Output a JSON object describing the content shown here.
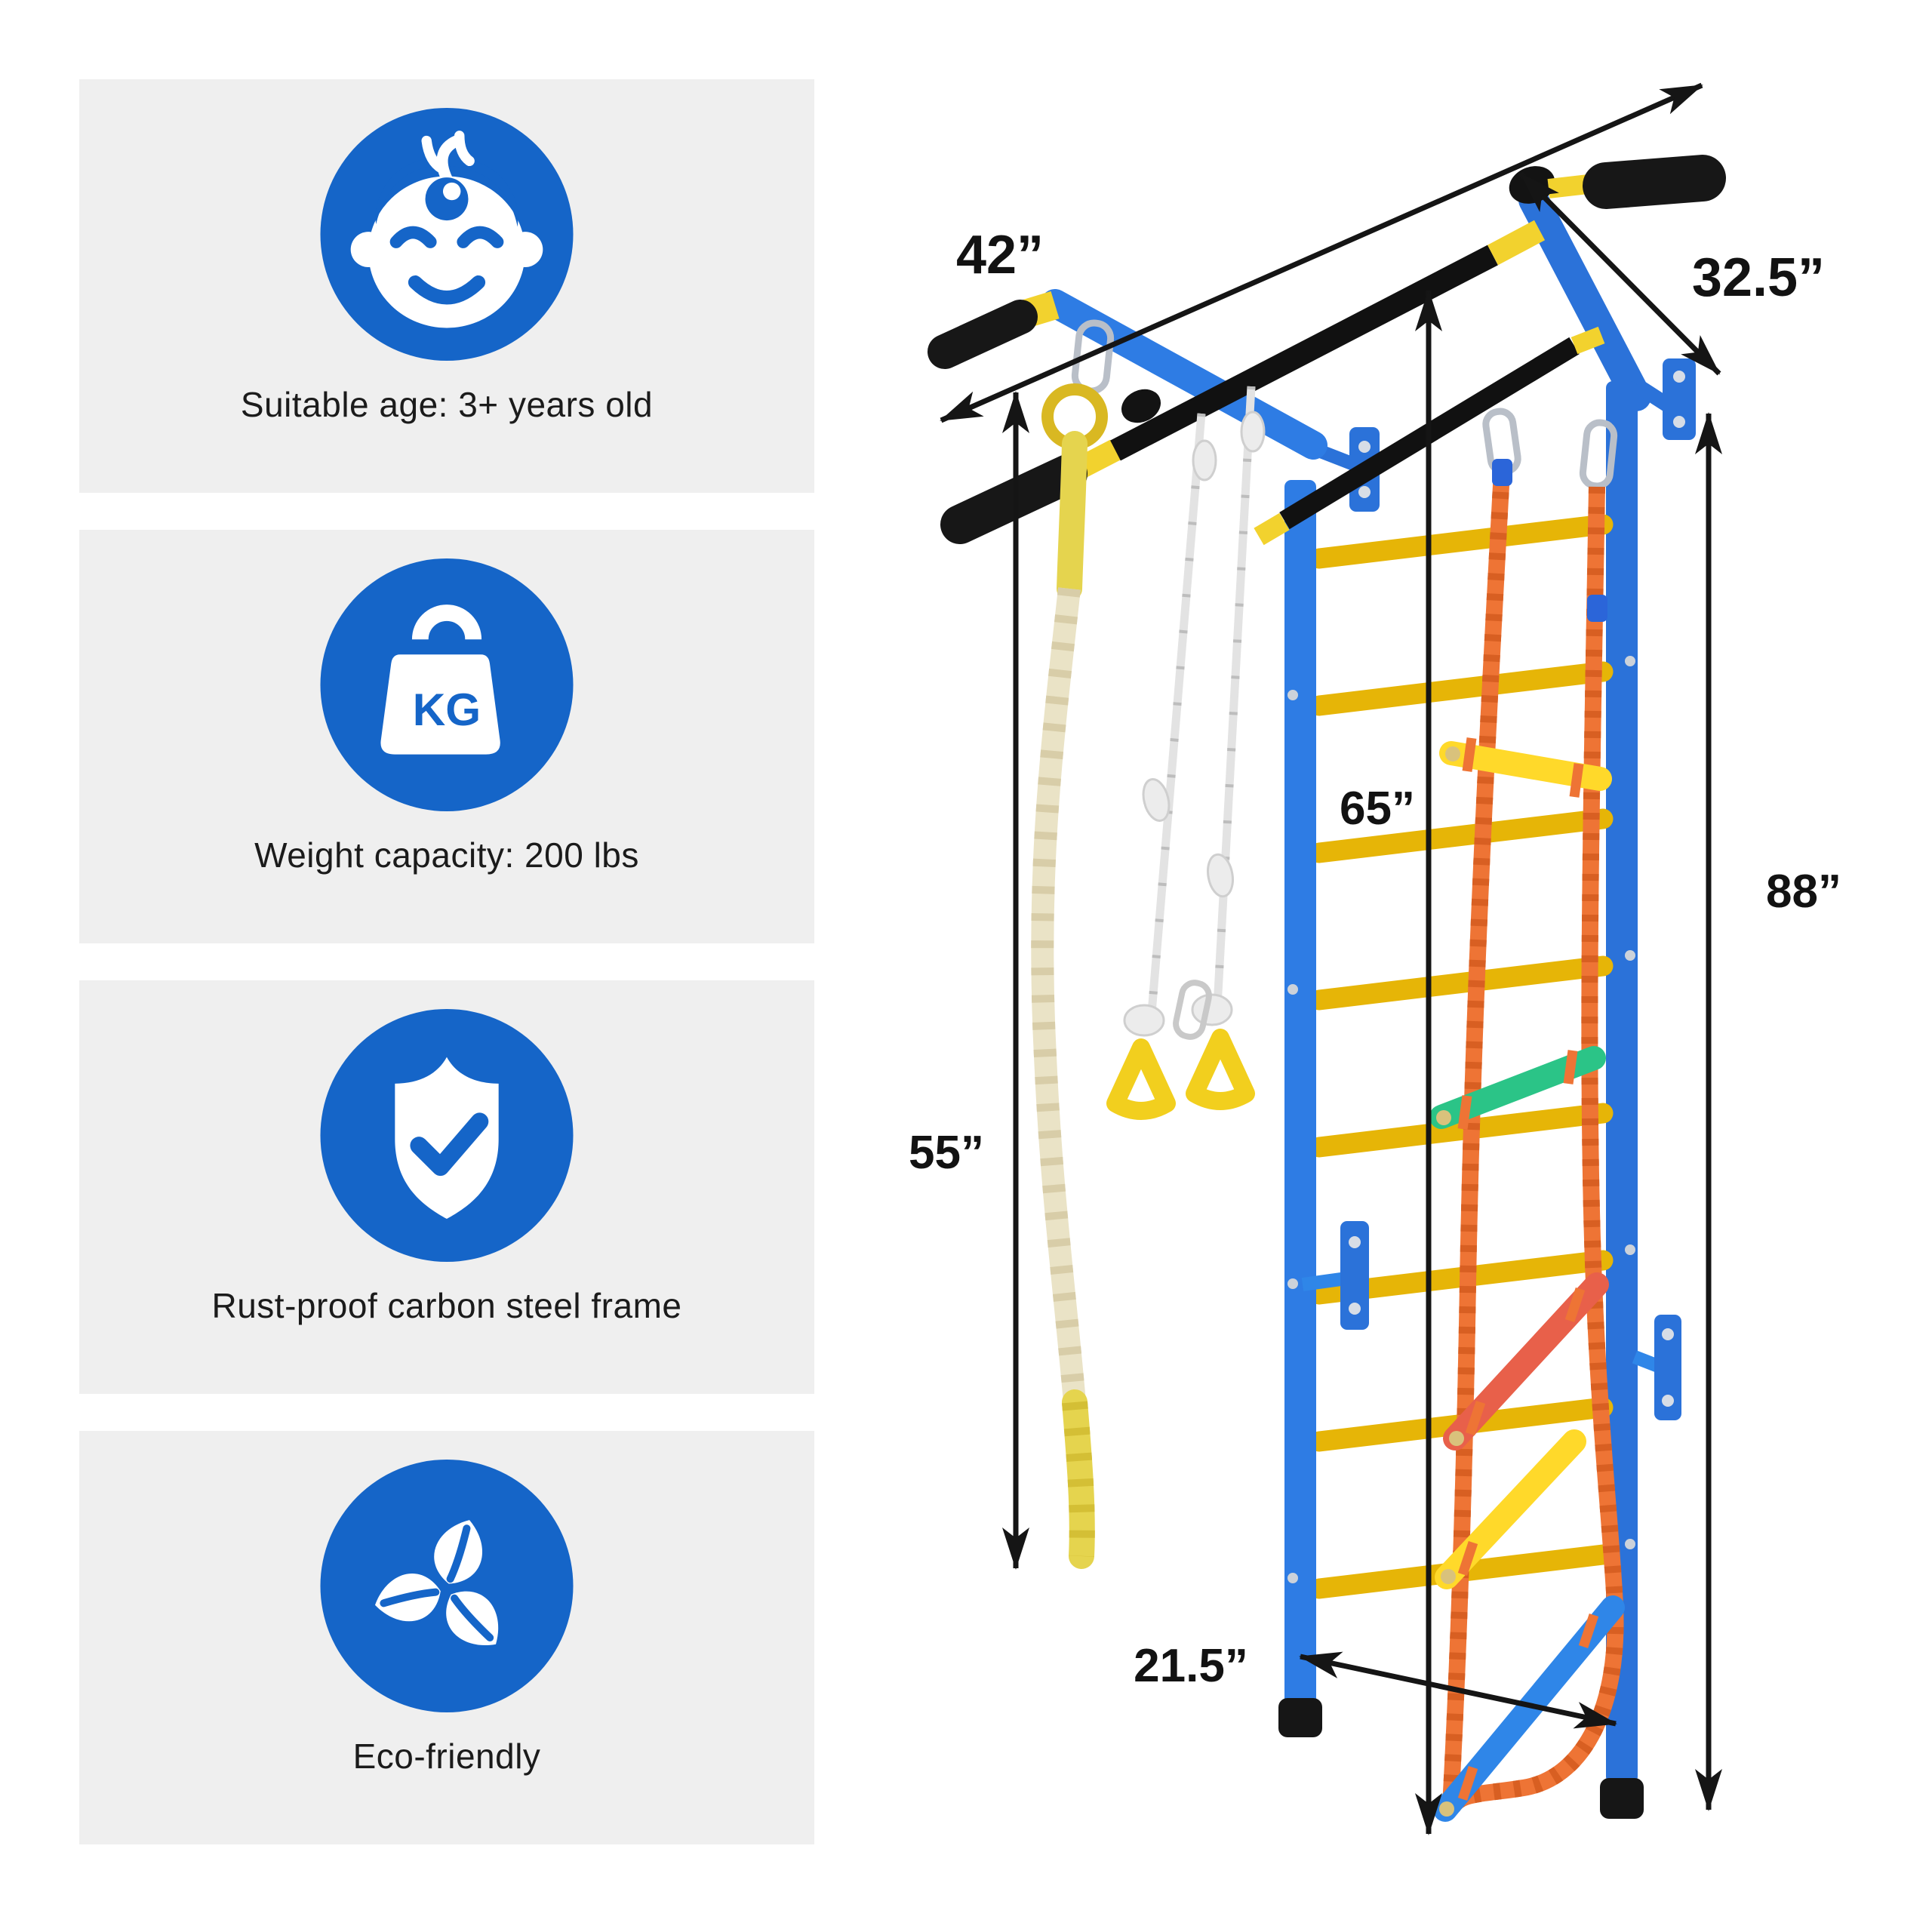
{
  "features": [
    {
      "icon": "baby-icon",
      "label": "Suitable age: 3+ years old"
    },
    {
      "icon": "weight-kg-icon",
      "label": "Weight capacity: 200 lbs"
    },
    {
      "icon": "shield-check-icon",
      "label": "Rust-proof carbon steel frame"
    },
    {
      "icon": "eco-leaves-icon",
      "label": "Eco-friendly"
    }
  ],
  "icons": {
    "kg_label": "KG"
  },
  "dimensions": {
    "top_width": "42”",
    "depth": "32.5”",
    "ladder_height": "65”",
    "rope_length": "55”",
    "total_height": "88”",
    "bottom_width": "21.5”"
  },
  "colors": {
    "icon_blue": "#1565c8",
    "card_background": "#efefef",
    "frame_blue": "#2b72d9",
    "rung_gold": "#e6b507",
    "rope_orange": "#ee7435",
    "grip_black": "#171717",
    "accent_yellow": "#f2d22e",
    "ring_yellow": "#f2cf1e",
    "green_rung": "#2bc487",
    "red_rung": "#e8604a",
    "blue_rung": "#2f86e8",
    "climb_rope_beige": "#eae3c6"
  }
}
